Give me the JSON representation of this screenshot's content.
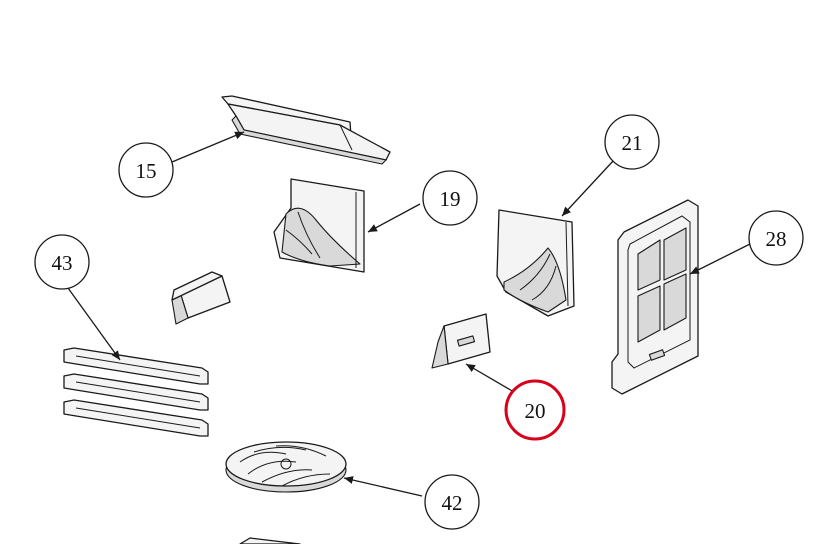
{
  "diagram": {
    "highlight_color": "#d8001a",
    "callouts": [
      {
        "id": "15",
        "label": "15",
        "part": "top baffle plate"
      },
      {
        "id": "19",
        "label": "19",
        "part": "left side brick"
      },
      {
        "id": "21",
        "label": "21",
        "part": "right side brick"
      },
      {
        "id": "28",
        "label": "28",
        "part": "rear panel"
      },
      {
        "id": "43",
        "label": "43",
        "part": "grate bars"
      },
      {
        "id": "20",
        "label": "20",
        "part": "small wedge brick",
        "highlighted": true
      },
      {
        "id": "42",
        "label": "42",
        "part": "round grate"
      }
    ]
  }
}
